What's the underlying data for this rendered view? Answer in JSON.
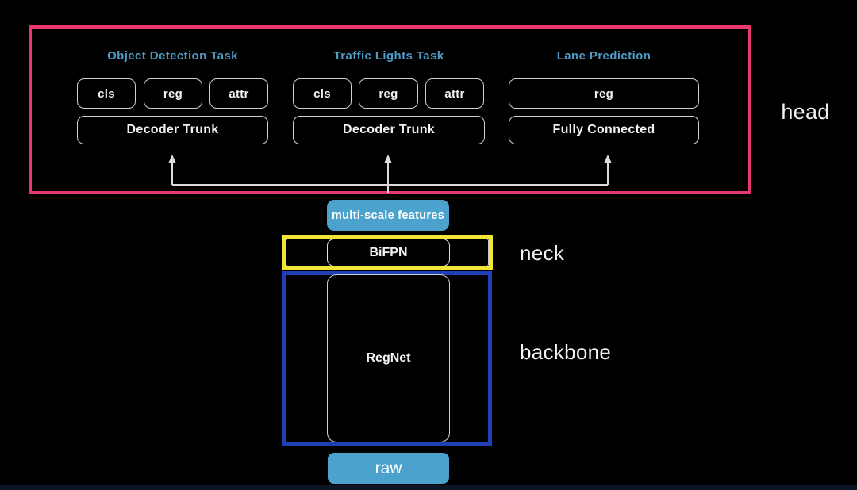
{
  "colors": {
    "bg": "#000000",
    "head-border": "#e8386d",
    "task-title": "#4f9bc4",
    "box-border": "#cfcfcf",
    "text": "#f2f2f2",
    "badge-bg": "#4ba3cd",
    "neck-border": "#f2e535",
    "backbone-border": "#1e3fb5",
    "arrow": "#dcdcdc",
    "bottom-strip": "#0d1624"
  },
  "head": {
    "label": "head",
    "tasks": [
      {
        "title": "Object Detection Task",
        "outputs": [
          "cls",
          "reg",
          "attr"
        ],
        "trunk": "Decoder Trunk"
      },
      {
        "title": "Traffic Lights Task",
        "outputs": [
          "cls",
          "reg",
          "attr"
        ],
        "trunk": "Decoder Trunk"
      },
      {
        "title": "Lane Prediction",
        "outputs": [
          "reg"
        ],
        "trunk": "Fully Connected"
      }
    ]
  },
  "neck": {
    "label": "neck",
    "block": "BiFPN"
  },
  "backbone": {
    "label": "backbone",
    "block": "RegNet"
  },
  "features_badge": "multi-scale features",
  "input_badge": "raw"
}
